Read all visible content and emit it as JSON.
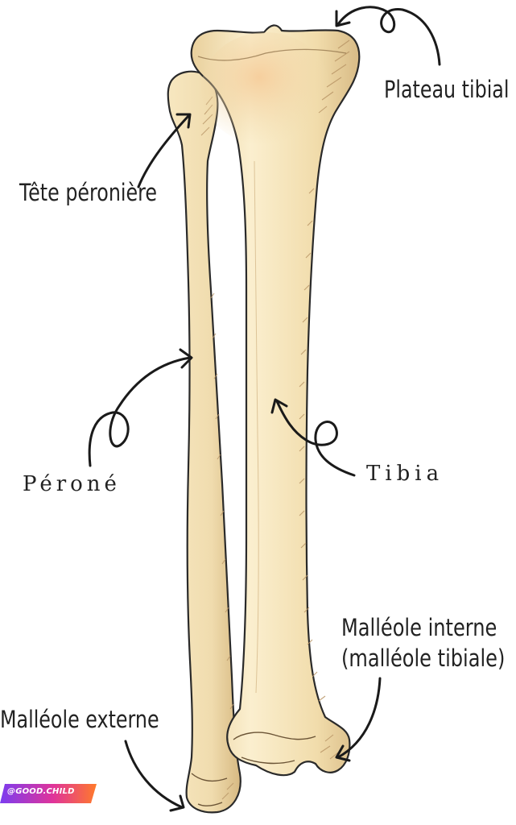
{
  "labels": {
    "plateau_tibial": "Plateau tibial",
    "tete_peroniere": "Tête péronière",
    "perone": "Péroné",
    "tibia": "Tibia",
    "malleole_interne_line1": "Malléole interne",
    "malleole_interne_line2": "(malléole tibiale)",
    "malleole_externe": "Malléole externe"
  },
  "watermark": {
    "text": "@GOOD.CHILD",
    "colors": [
      "#7b3cf0",
      "#e0349a",
      "#ff7a2a"
    ]
  },
  "colors": {
    "bone_fill": "#f3e0b4",
    "bone_shade": "#d9b986",
    "bone_highlight": "#fbefcf",
    "outline": "#2a2a2a",
    "arrow": "#1a1a1a"
  }
}
